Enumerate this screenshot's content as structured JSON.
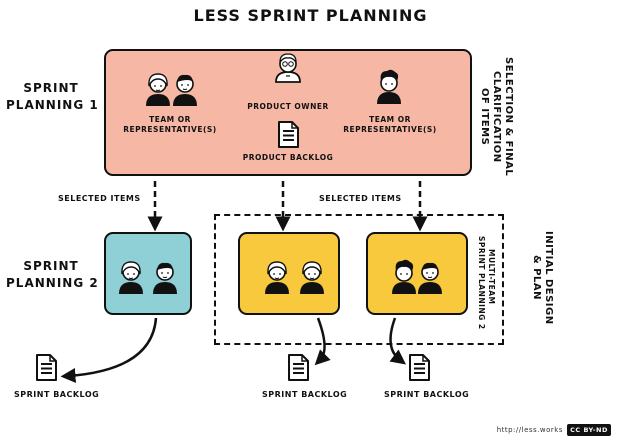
{
  "title": "LeSS Sprint Planning",
  "sprint_planning_1": {
    "line1": "Sprint",
    "line2": "Planning 1"
  },
  "sprint_planning_2": {
    "line1": "Sprint",
    "line2": "Planning 2"
  },
  "top_box": {
    "team_left": {
      "line1": "Team or",
      "line2": "Representative(s)"
    },
    "product_owner": "Product Owner",
    "product_backlog": "Product Backlog",
    "team_right": {
      "line1": "Team or",
      "line2": "Representative(s)"
    },
    "color": "#f6b8a5"
  },
  "selection_label": {
    "line1": "Selection & Final",
    "line2": "Clarification",
    "line3": "of Items"
  },
  "selected_items_left": "Selected Items",
  "selected_items_right": "Selected Items",
  "initial_design": {
    "line1": "Initial Design",
    "line2": "& Plan"
  },
  "multi_team": {
    "line1": "Multi-Team",
    "line2": "Sprint Planning 2"
  },
  "sprint_backlog_1": "Sprint Backlog",
  "sprint_backlog_2": "Sprint Backlog",
  "sprint_backlog_3": "Sprint Backlog",
  "team_box_colors": {
    "single": "#8fd0d6",
    "multi": "#f9c93d"
  },
  "footer": {
    "url": "http://less.works",
    "license": "CC BY-ND"
  }
}
